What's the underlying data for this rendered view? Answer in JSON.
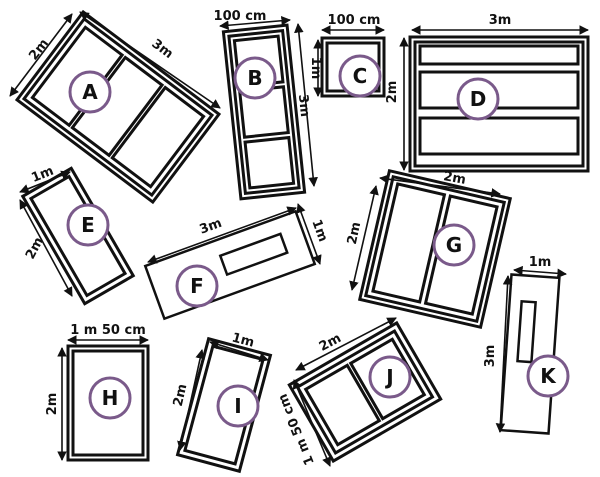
{
  "figures": [
    {
      "letter": "A",
      "dims": [
        "2m",
        "3m"
      ]
    },
    {
      "letter": "B",
      "dims": [
        "100 cm",
        "3m"
      ]
    },
    {
      "letter": "C",
      "dims": [
        "100 cm",
        "1m"
      ]
    },
    {
      "letter": "D",
      "dims": [
        "3m",
        "2m"
      ]
    },
    {
      "letter": "E",
      "dims": [
        "1m",
        "2m"
      ]
    },
    {
      "letter": "F",
      "dims": [
        "3m",
        "1m"
      ]
    },
    {
      "letter": "G",
      "dims": [
        "2m",
        "2m"
      ]
    },
    {
      "letter": "H",
      "dims": [
        "1 m 50 cm",
        "2m"
      ]
    },
    {
      "letter": "I",
      "dims": [
        "1m",
        "2m"
      ]
    },
    {
      "letter": "J",
      "dims": [
        "2m",
        "1 m 50 cm"
      ]
    },
    {
      "letter": "K",
      "dims": [
        "1m",
        "3m"
      ]
    }
  ]
}
